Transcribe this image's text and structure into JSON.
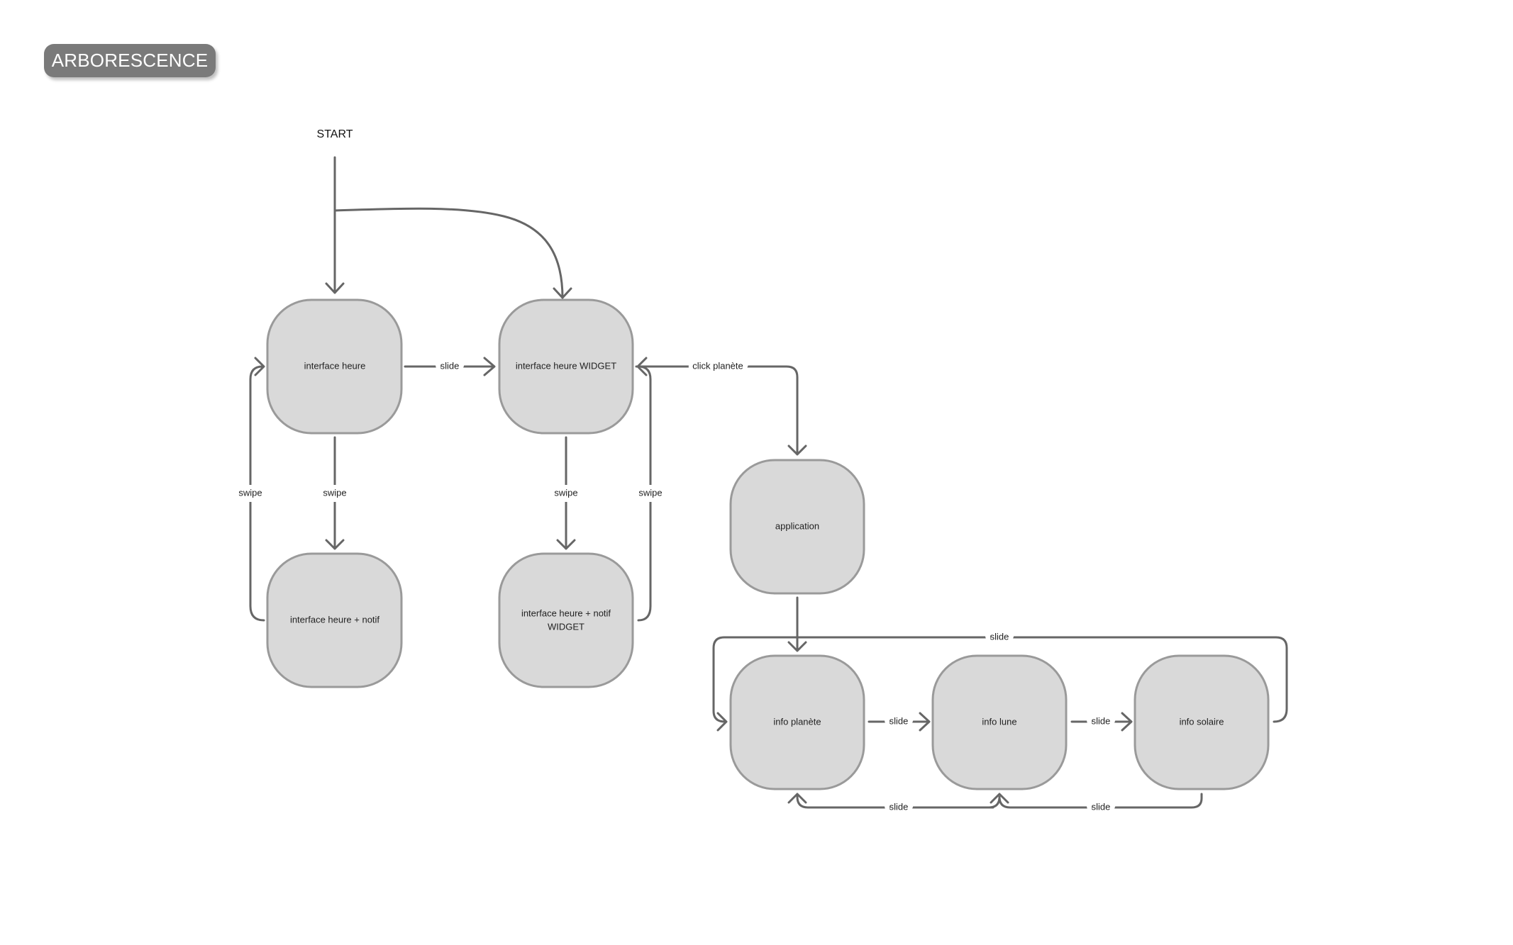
{
  "title": "ARBORESCENCE",
  "start_label": "START",
  "nodes": {
    "interface_heure": "interface heure",
    "interface_heure_widget": "interface heure WIDGET",
    "interface_heure_notif": "interface heure + notif",
    "interface_heure_notif_widget_line1": "interface heure + notif",
    "interface_heure_notif_widget_line2": "WIDGET",
    "application": "application",
    "info_planete": "info planète",
    "info_lune": "info lune",
    "info_solaire": "info solaire"
  },
  "edges": {
    "heure_to_widget": "slide",
    "widget_to_application": "click planète",
    "heure_to_notif": "swipe",
    "notif_to_heure": "swipe",
    "widget_to_notif_widget": "swipe",
    "notif_widget_to_widget": "swipe",
    "solaire_to_planete_top": "slide",
    "planete_to_lune": "slide",
    "lune_to_solaire": "slide",
    "lune_to_planete": "slide",
    "solaire_to_lune": "slide"
  }
}
